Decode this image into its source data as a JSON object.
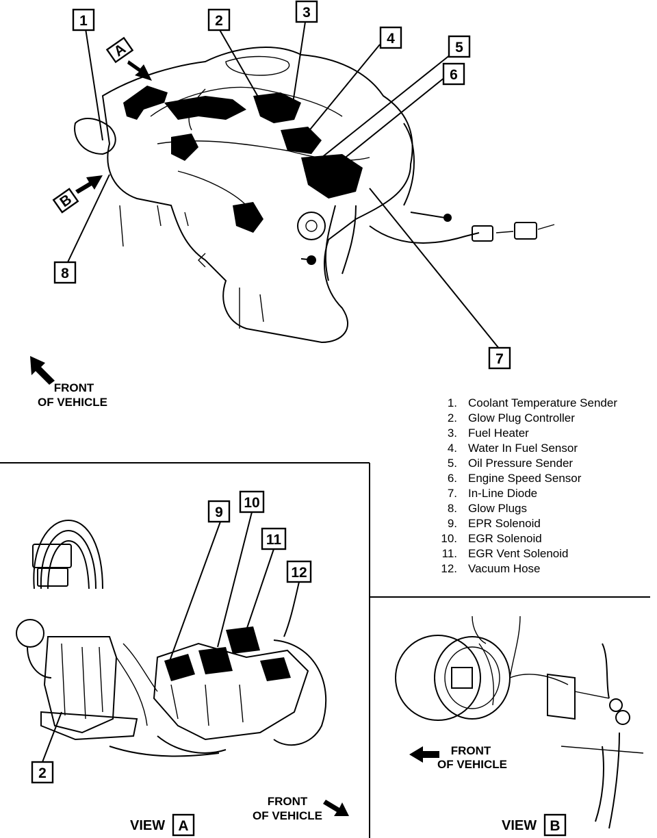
{
  "callouts": {
    "c1": "1",
    "c2": "2",
    "c3": "3",
    "c4": "4",
    "c5": "5",
    "c6": "6",
    "c7": "7",
    "c8": "8",
    "cA": "A",
    "cB": "B",
    "c9": "9",
    "c10": "10",
    "c11": "11",
    "c12": "12",
    "c2a": "2"
  },
  "front_main": {
    "line1": "FRONT",
    "line2": "OF VEHICLE"
  },
  "front_a": {
    "line1": "FRONT",
    "line2": "OF VEHICLE"
  },
  "front_b": {
    "line1": "FRONT",
    "line2": "OF VEHICLE"
  },
  "view_a": {
    "word": "VIEW",
    "letter": "A"
  },
  "view_b": {
    "word": "VIEW",
    "letter": "B"
  },
  "legend": [
    {
      "num": "1.",
      "label": "Coolant Temperature Sender"
    },
    {
      "num": "2.",
      "label": "Glow Plug Controller"
    },
    {
      "num": "3.",
      "label": "Fuel Heater"
    },
    {
      "num": "4.",
      "label": "Water In Fuel Sensor"
    },
    {
      "num": "5.",
      "label": "Oil Pressure Sender"
    },
    {
      "num": "6.",
      "label": "Engine Speed Sensor"
    },
    {
      "num": "7.",
      "label": "In-Line Diode"
    },
    {
      "num": "8.",
      "label": "Glow Plugs"
    },
    {
      "num": "9.",
      "label": "EPR Solenoid"
    },
    {
      "num": "10.",
      "label": "EGR Solenoid"
    },
    {
      "num": "11.",
      "label": "EGR Vent Solenoid"
    },
    {
      "num": "12.",
      "label": "Vacuum Hose"
    }
  ]
}
